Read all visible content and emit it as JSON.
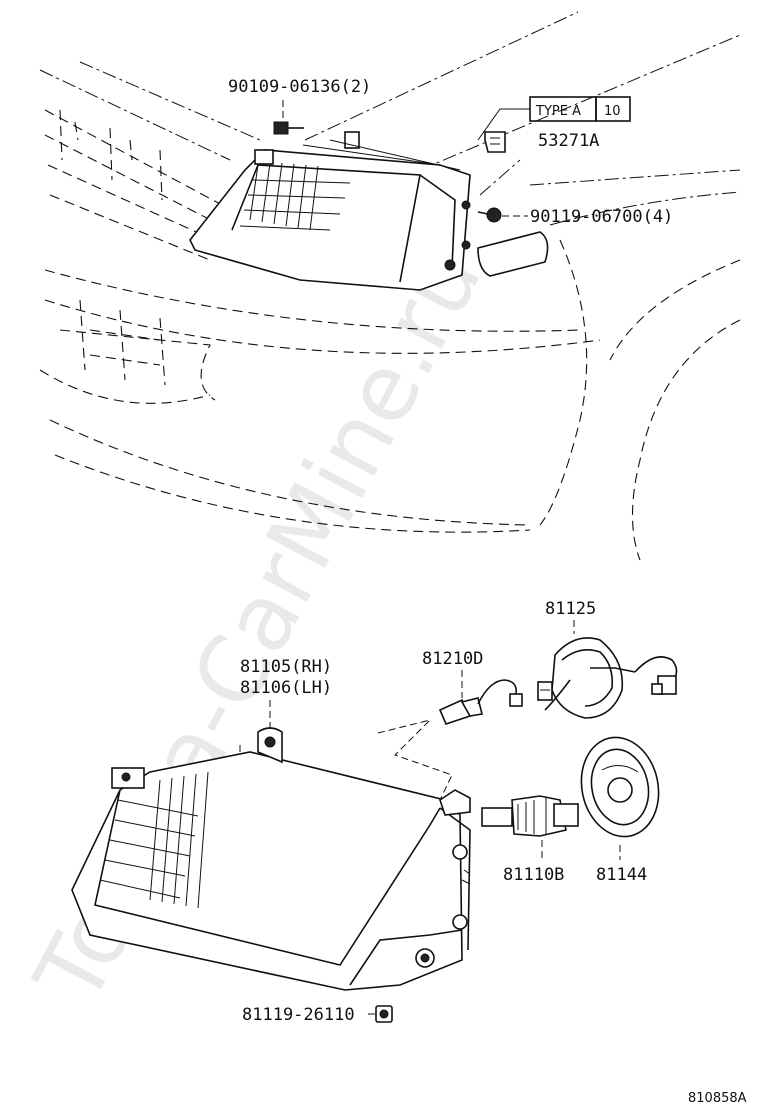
{
  "diagram": {
    "figure_id": "810858A",
    "watermark": "Toyota-CarMine.ru",
    "callouts": {
      "bolt_top": "90109-06136(2)",
      "type_box_label": "TYPE A",
      "type_box_value": "10",
      "clip": "53271A",
      "screw_side": "90119-06700(4)",
      "socket_assy": "81125",
      "bulb_front": "81210D",
      "headlamp_rh": "81105(RH)",
      "headlamp_lh": "81106(LH)",
      "bulb_main": "81110B",
      "cover": "81144",
      "nut_bottom": "81119-26110"
    }
  }
}
